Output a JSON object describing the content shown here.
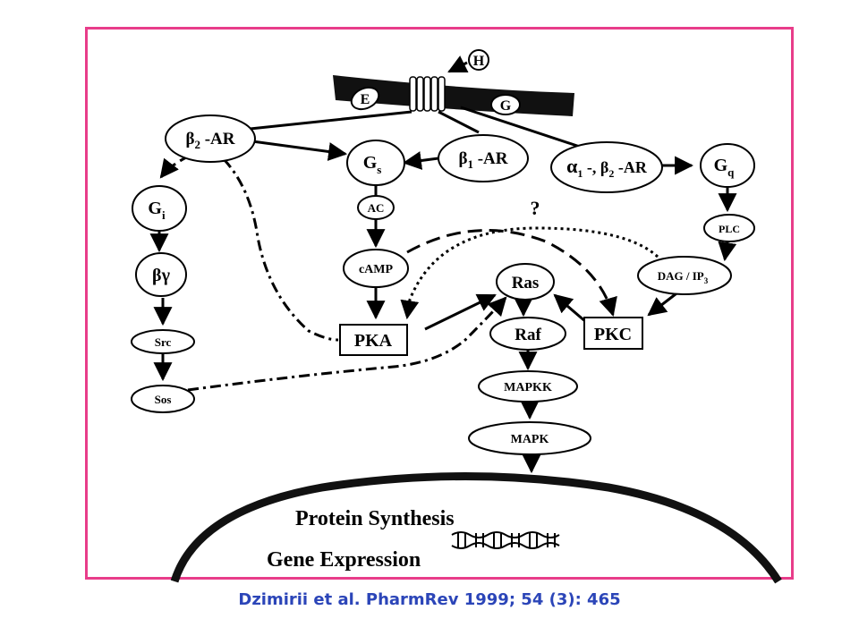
{
  "colors": {
    "frame": "#e83d8a",
    "citation": "#2b45b8",
    "ink": "#000000"
  },
  "membrane": {
    "E_label": "E",
    "G_label": "G",
    "H_label": "H"
  },
  "nodes": {
    "b2ar": {
      "prefix": "β",
      "sub": "2",
      "suffix": " -AR"
    },
    "gs": {
      "base": "G",
      "sub": "s"
    },
    "b1ar": {
      "prefix": "β",
      "sub": "1",
      "suffix": " -AR"
    },
    "a1b2ar": {
      "p1": "α",
      "s1": "1",
      "p2": " -, β",
      "s2": "2",
      "p3": " -AR"
    },
    "gq": {
      "base": "G",
      "sub": "q"
    },
    "gi": {
      "base": "G",
      "sub": "i"
    },
    "ac": "AC",
    "question": "?",
    "plc": "PLC",
    "bg": "βγ",
    "camp": "cAMP",
    "dag": {
      "text": "DAG / IP",
      "sub": "3"
    },
    "ras": "Ras",
    "src": "Src",
    "pka": "PKA",
    "raf": "Raf",
    "pkc": "PKC",
    "sos": "Sos",
    "mapkk": "MAPKK",
    "mapk": "MAPK"
  },
  "nucleus": {
    "line1": "Protein Synthesis",
    "line2": "Gene Expression"
  },
  "citation": "Dzimirii et al. PharmRev 1999; 54 (3): 465"
}
